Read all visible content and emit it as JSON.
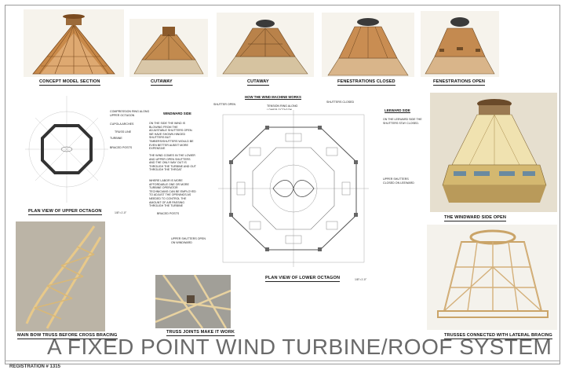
{
  "thumbnails": {
    "concept": "CONCEPT MODEL SECTION",
    "cutaway1": "CUTAWAY",
    "cutaway2": "CUTAWAY",
    "fen_closed": "FENESTRATIONS CLOSED",
    "fen_open": "FENESTRATIONS OPEN"
  },
  "upper_plan": {
    "title": "PLAN VIEW OF UPPER OCTAGON",
    "scale": "1/8\"=1'-0\"",
    "labels": [
      "COMPRESSION RING ALONG UPPER OCTAGON",
      "CUPOLA ARCHES",
      "TRUSS LINE",
      "TURBINE",
      "BRACED POSTS"
    ]
  },
  "windward": {
    "head": "WINDWARD SIDE",
    "note1": "ON THE SIDE THE WIND IS BLOWING FROM THE ADJUSTABLE SHUTTERS OPEN. WE HAVE SHOWN HINGED SHUTTERS BUT TIMBERS/SHUTTERS WOULD BE EVEN BETTER ALBEIT MORE EXPENSIVE",
    "note2": "THE WIND COMES IN THE LOWER AND UPPER OPEN SHUTTERS AND THE ONLY WAY OUT IS THROUGH THE TURBINE AND OUT THROUGH THE THROAT",
    "note3": "WHERE LABOR IS MORE AFFORDABLE ONE OR MORE TURBINE OPERATOR TECHNICIANS CAN BE EMPLOYED TO ADJUST THE OPENINGS AS NEEDED TO CONTROL THE AMOUNT OF AIR PASSING THROUGH THE TURBINE",
    "braced": "BRACED POSTS",
    "upper_shutters": "UPPER SHUTTERS OPEN ON WINDWARD"
  },
  "lower_plan": {
    "head": "HOW THE WIND MACHINE WORKS",
    "shutter_open": "SHUTTER OPEN",
    "tension": "TENSION RING ALONG LOWER OCTAGON",
    "shutters_closed": "SHUTTERS CLOSED",
    "title": "PLAN VIEW OF LOWER OCTAGON",
    "scale": "1/8\"=1'-0\""
  },
  "leeward": {
    "head": "LEEWARD SIDE",
    "note1": "ON THE LEEWARD SIDE THE SHUTTERS STAY CLOSED.",
    "note2": "UPPER SHUTTERS CLOSED ON LEEWARD"
  },
  "photos": {
    "windward_open": "THE WINDWARD SIDE OPEN",
    "bow_truss": "MAIN BOW TRUSS BEFORE CROSS BRACING",
    "truss_joints": "TRUSS JOINTS MAKE IT WORK",
    "trusses_connected": "TRUSSES CONNECTED WITH LATERAL BRACING"
  },
  "main_title": "A FIXED POINT WIND TURBINE/ROOF SYSTEM",
  "registration": "REGISTRATION # 1315"
}
